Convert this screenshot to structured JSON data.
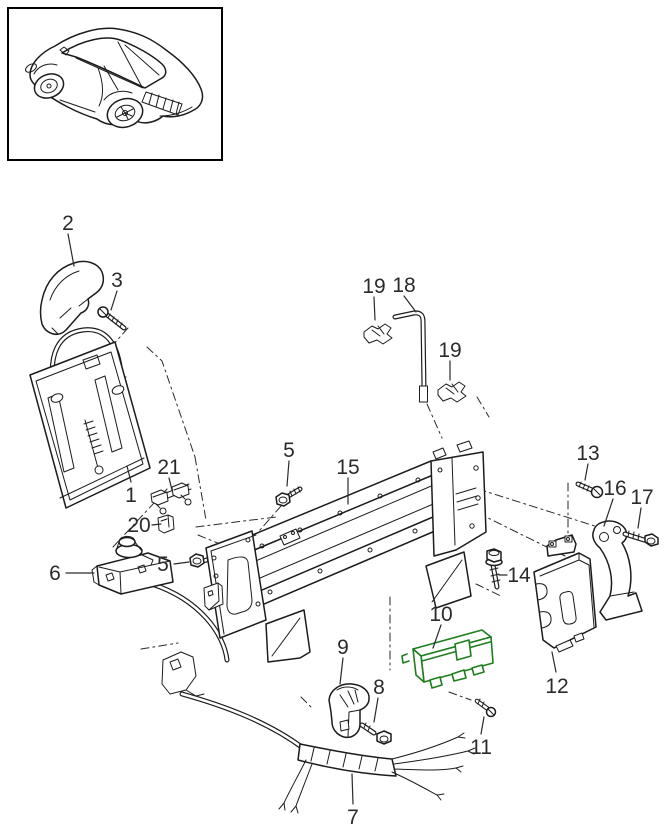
{
  "diagram": {
    "type": "exploded-parts-diagram",
    "thumbnail": {
      "icon": "car-rear-isometric-icon"
    },
    "colors": {
      "background": "#ffffff",
      "line": "#1c1c1c",
      "label": "#2b2b2b",
      "highlight": "#1e7e1e"
    },
    "callouts": [
      {
        "text": "2"
      },
      {
        "text": "3"
      },
      {
        "text": "19"
      },
      {
        "text": "18"
      },
      {
        "text": "19"
      },
      {
        "text": "21"
      },
      {
        "text": "5"
      },
      {
        "text": "15"
      },
      {
        "text": "13"
      },
      {
        "text": "16"
      },
      {
        "text": "17"
      },
      {
        "text": "20"
      },
      {
        "text": "6"
      },
      {
        "text": "5"
      },
      {
        "text": "14"
      },
      {
        "text": "10"
      },
      {
        "text": "12"
      },
      {
        "text": "9"
      },
      {
        "text": "8"
      },
      {
        "text": "11"
      },
      {
        "text": "1"
      },
      {
        "text": "7"
      }
    ]
  }
}
